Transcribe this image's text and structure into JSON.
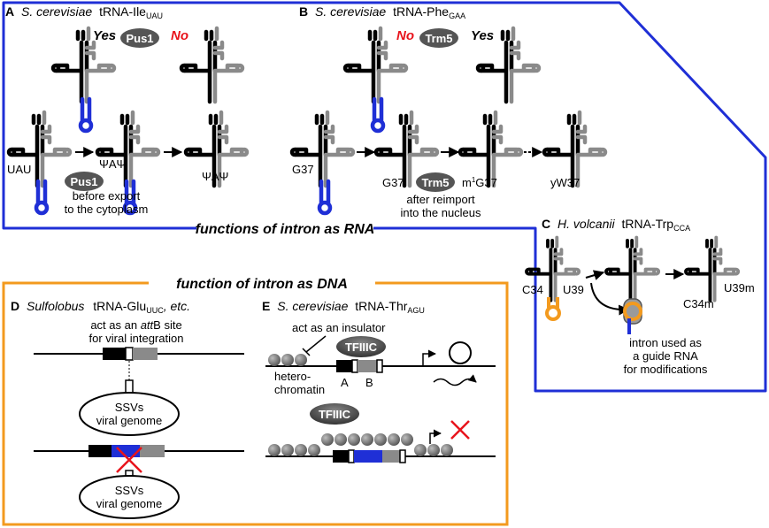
{
  "panelA": {
    "letter": "A",
    "organism": "S. cerevisiae",
    "trna": "tRNA-Ile",
    "sub": "UAU",
    "yes": "Yes",
    "no": "No",
    "enzyme": "Pus1",
    "anticodon_before": "UAU",
    "anticodon_mid": "ΨAΨ",
    "anticodon_after": "ΨAΨ",
    "note_line1": "before export",
    "note_line2": "to the cytoplasm"
  },
  "panelB": {
    "letter": "B",
    "organism": "S. cerevisiae",
    "trna": "tRNA-Phe",
    "sub": "GAA",
    "no": "No",
    "yes": "Yes",
    "enzyme": "Trm5",
    "g37a": "G37",
    "g37b": "G37",
    "m1g37_pre": "m",
    "m1g37_sup": "1",
    "m1g37_post": "G37",
    "yw37": "yW37",
    "note_line1": "after reimport",
    "note_line2": "into the nucleus"
  },
  "rna_heading": "functions of intron as RNA",
  "panelC": {
    "letter": "C",
    "organism": "H. volcanii",
    "trna": "tRNA-Trp",
    "sub": "CCA",
    "c34": "C34",
    "u39": "U39",
    "c34m": "C34m",
    "u39m": "U39m",
    "note_line1": "intron used as",
    "note_line2": "a guide RNA",
    "note_line3": "for modifications"
  },
  "dna_heading": "function of intron as DNA",
  "panelD": {
    "letter": "D",
    "organism": "Sulfolobus",
    "trna": "tRNA-Glu",
    "sub": "UUC",
    "suffix": ", etc.",
    "note_line1": "act as an ",
    "note_italic": "att",
    "note_line1_end": "B site",
    "note_line2": "for viral integration",
    "genome1_line1": "SSVs",
    "genome1_line2": "viral genome",
    "genome2_line1": "SSVs",
    "genome2_line2": "viral genome"
  },
  "panelE": {
    "letter": "E",
    "organism": "S. cerevisiae",
    "trna": "tRNA-Thr",
    "sub": "AGU",
    "note": "act as an insulator",
    "factor1": "TFIIIC",
    "factor2": "TFIIIC",
    "hetero_line1": "hetero-",
    "hetero_line2": "chromatin",
    "box_a": "A",
    "box_b": "B"
  },
  "colors": {
    "rna_border": "#1f2fd6",
    "dna_border": "#f39a1e",
    "intron_blue": "#1f2fd6",
    "intron_orange": "#f39a1e",
    "trna_grey": "#8a8a8a",
    "enzyme_fill": "#555555",
    "no_red": "#e8141c",
    "cross_red": "#e8141c"
  }
}
